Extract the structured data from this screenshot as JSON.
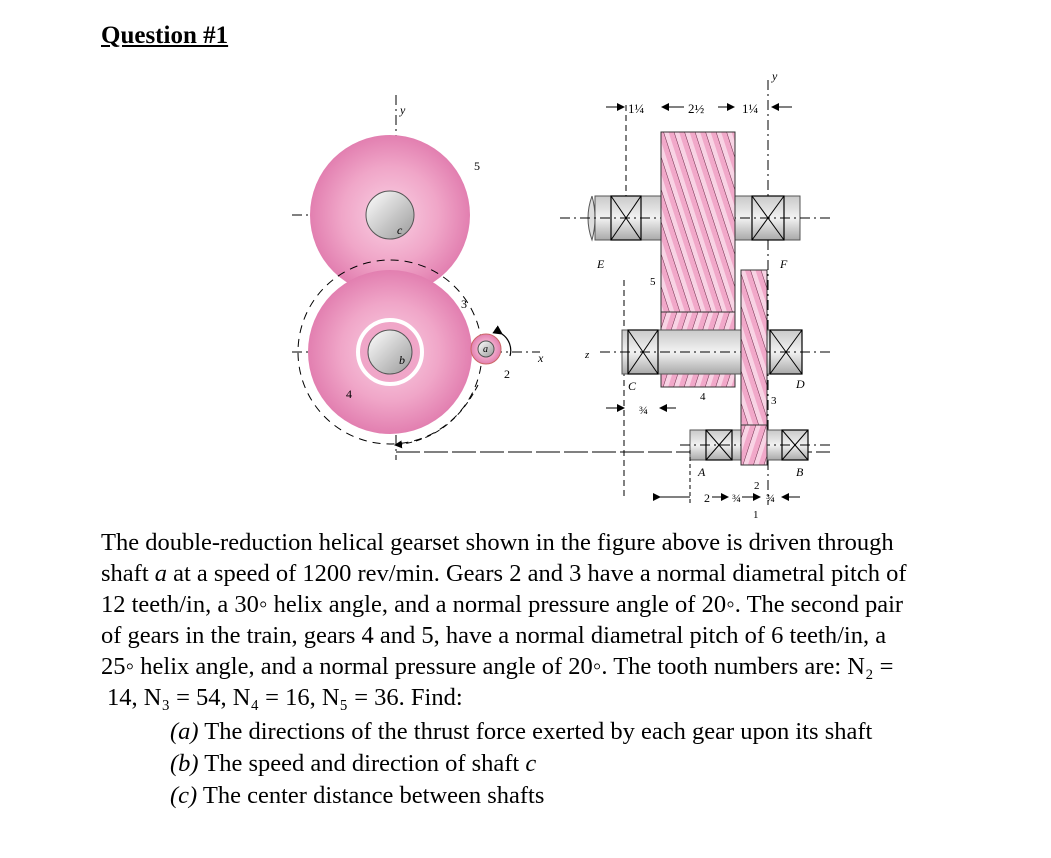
{
  "heading": "Question #1",
  "figure": {
    "labels": {
      "y1": "y",
      "y2": "y",
      "c": "c",
      "b": "b",
      "a": "a",
      "n5_left": "5",
      "n3_left": "3",
      "n4_left": "4",
      "n2_left": "2",
      "x": "x",
      "z": "z",
      "E": "E",
      "F": "F",
      "C": "C",
      "D": "D",
      "A": "A",
      "B": "B",
      "n5_right": "5",
      "n4_right": "4",
      "n3_right": "3",
      "n2_right": "2",
      "dim_top_1": "1¼",
      "dim_top_2": "2½",
      "dim_top_3": "1¼",
      "dim_c": "¾",
      "dim_bot_1": "2",
      "dim_bot_2": "¾",
      "dim_bot_3": "¾",
      "dim_bot_one": "1"
    }
  },
  "paragraph": {
    "l1": "The double-reduction helical gearset shown in the figure above is driven through",
    "l2a": "shaft ",
    "l2i": "a",
    "l2b": " at a speed of 1200 rev/min. Gears 2 and 3 have a normal diametral pitch of",
    "l3": "12 teeth/in, a 30◦ helix angle, and a normal pressure angle of 20◦. The second pair",
    "l4": "of gears in the train, gears 4 and 5, have a normal diametral pitch of 6 teeth/in, a",
    "l5": "25◦ helix angle, and a normal pressure angle of 20◦. The tooth numbers are: N₂ =",
    "l6": "14, N₃ = 54, N₄ = 16, N₅ = 36. Find:"
  },
  "questions": [
    {
      "tag": "(a)",
      "text": " The directions of the thrust force exerted by each gear upon its shaft"
    },
    {
      "tag": "(b)",
      "text": " The speed and direction of shaft ",
      "ital": "c"
    },
    {
      "tag": "(c)",
      "text": " The center distance between shafts"
    }
  ]
}
